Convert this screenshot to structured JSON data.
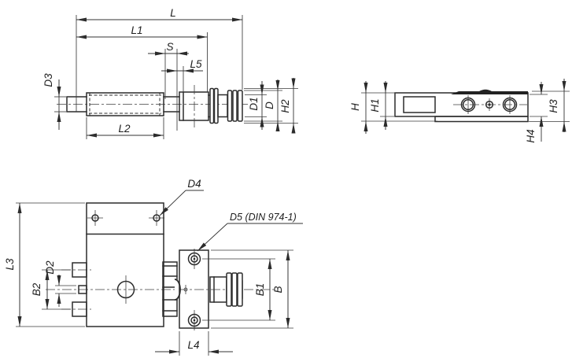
{
  "drawing": {
    "title": "technical-dimension-drawing",
    "background": "#ffffff",
    "part_line_color": "#2c2c2c",
    "dimension_line_color": "#333333",
    "views": {
      "front_view": "side view of shaft with threaded section and coupling plug",
      "end_view": "end/side view of clamp body with two screw holes",
      "plan_view": "top view of body with mounting flange and coupling plug"
    },
    "dimension_labels": {
      "l": "L",
      "l1": "L1",
      "s": "S",
      "l5": "L5",
      "d3": "D3",
      "l2": "L2",
      "d1": "D1",
      "d": "D",
      "h2": "H2",
      "h": "H",
      "h1": "H1",
      "h3": "H3",
      "h4": "H4",
      "d4": "D4",
      "d5": "D5 (DIN 974-1)",
      "l3": "L3",
      "b2": "B2",
      "d2": "D2",
      "b1": "B1",
      "b": "B",
      "l4": "L4"
    }
  }
}
